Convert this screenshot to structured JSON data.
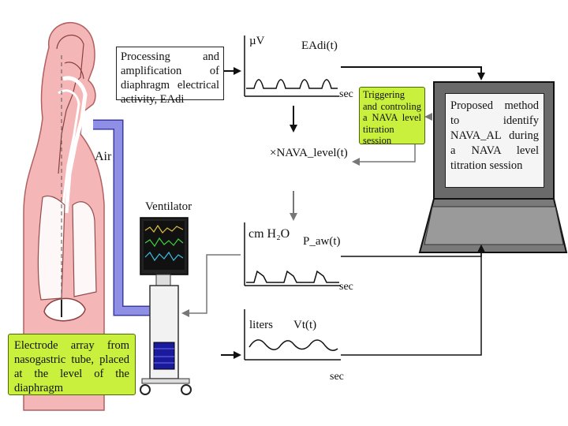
{
  "boxes": {
    "processing": "Processing and amplification of diaphragm electrical activity, EAdi",
    "triggering": "Triggering and controling a NAVA level titration session",
    "electrode": "Electrode array from nasogastric tube, placed at the level of the diaphragm",
    "laptop": "Proposed method to identify NAVA_AL during a NAVA level titration session"
  },
  "labels": {
    "air": "Air",
    "ventilator": "Ventilator",
    "eadi_unit": "µV",
    "eadi_signal": "EAdi(t)",
    "sec1": "sec",
    "nava_level": "×NAVA_level(t)",
    "paw_unit": "cm H₂O",
    "paw_signal": "P_aw(t)",
    "sec2": "sec",
    "vt_unit": "liters",
    "vt_signal": "Vt(t)",
    "sec3": "sec"
  },
  "colors": {
    "body_pink": "#f4b6b6",
    "body_outline": "#b06060",
    "tube_blue": "#8f8fe6",
    "tube_outline": "#3a3aa0",
    "highlight_green": "#c8f03c",
    "arrow_dark": "#111111",
    "arrow_gray": "#777777"
  }
}
